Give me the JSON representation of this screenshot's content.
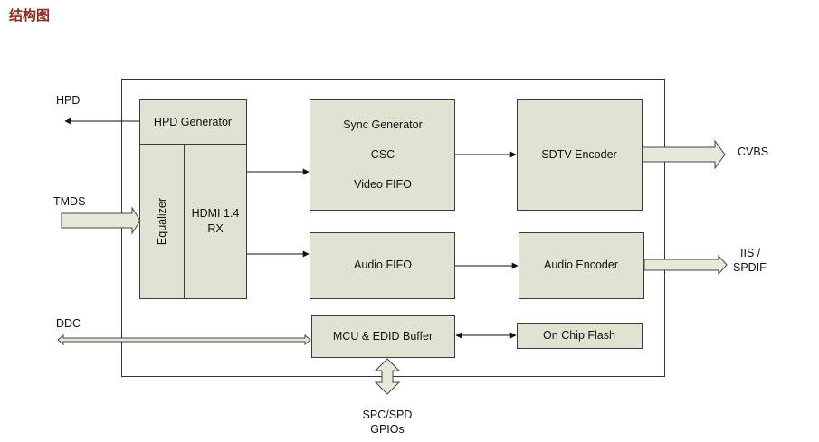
{
  "title": "结构图",
  "blocks": {
    "hpd_generator": "HPD Generator",
    "equalizer": "Equalizer",
    "hdmi_rx": [
      "HDMI 1.4",
      "RX"
    ],
    "video_path": [
      "Sync Generator",
      "CSC",
      "Video FIFO"
    ],
    "sdtv_encoder": "SDTV Encoder",
    "audio_fifo": "Audio FIFO",
    "audio_encoder": "Audio Encoder",
    "mcu_edid": "MCU & EDID Buffer",
    "on_chip_flash": "On Chip Flash"
  },
  "signals": {
    "hpd": "HPD",
    "tmds": "TMDS",
    "ddc": "DDC",
    "cvbs": "CVBS",
    "iis_spdif": [
      "IIS /",
      "SPDIF"
    ],
    "spc_spd": [
      "SPC/SPD",
      "GPIOs"
    ]
  },
  "colors": {
    "block_fill": "#dfe3d2",
    "title": "#8b2a1a"
  }
}
